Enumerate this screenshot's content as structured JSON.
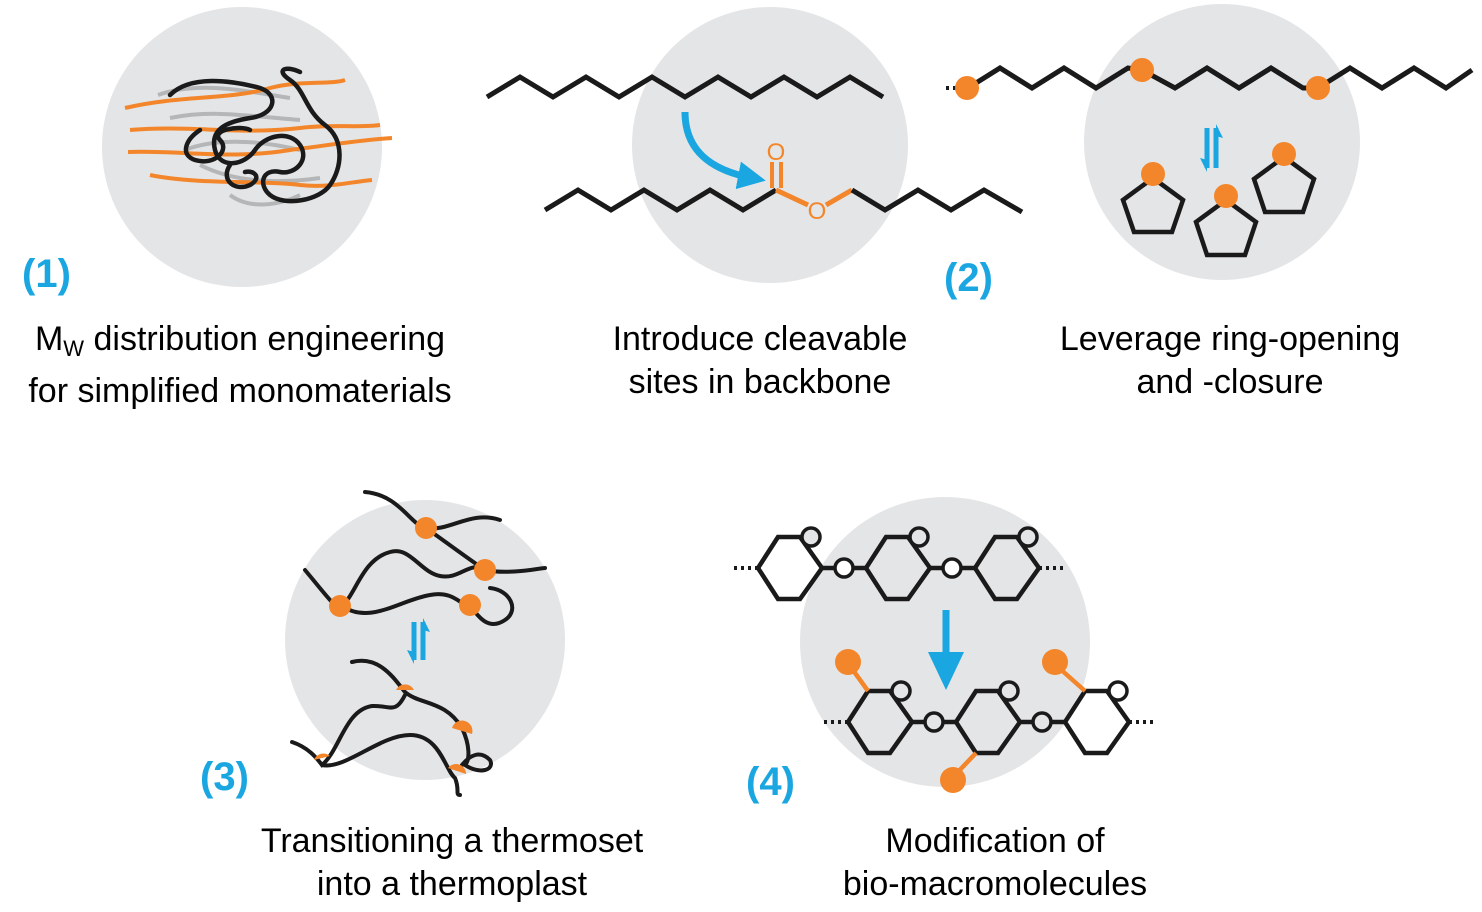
{
  "colors": {
    "blue": "#1aa6e0",
    "orange": "#f3862a",
    "circle": "#e4e5e7",
    "line": "#1a1a1a",
    "gray_strand": "#b5b6b8"
  },
  "labels": {
    "n1": "(1)",
    "n2": "(2)",
    "n3": "(3)",
    "n4": "(4)"
  },
  "captions": {
    "c1": {
      "prefix": "M",
      "sub": "W",
      "line1_rest": " distribution engineering",
      "line2": "for simplified monomaterials"
    },
    "c2": {
      "line1": "Introduce cleavable",
      "line2": "sites in backbone"
    },
    "c3": {
      "line1": "Leverage ring-opening",
      "line2": "and -closure"
    },
    "c4": {
      "line1": "Transitioning a thermoset",
      "line2": "into a thermoplast"
    },
    "c5": {
      "line1": "Modification of",
      "line2": "bio-macromolecules"
    }
  },
  "atoms": {
    "oxygen": "O"
  }
}
